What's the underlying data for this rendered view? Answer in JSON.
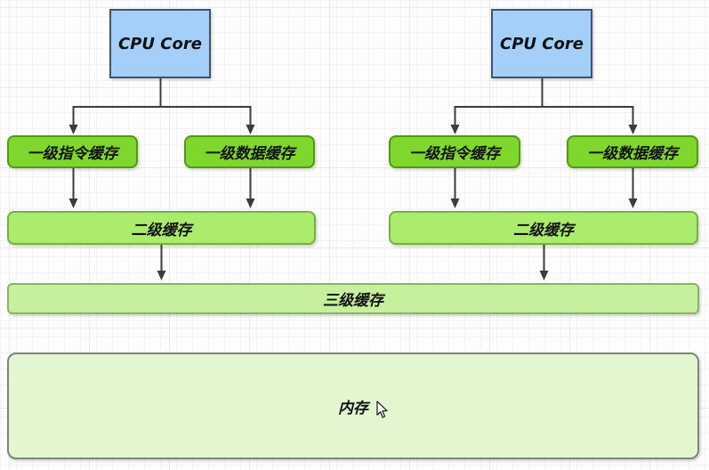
{
  "diagram": {
    "nodes": {
      "cpu_left": {
        "label": "CPU Core"
      },
      "cpu_right": {
        "label": "CPU Core"
      },
      "l1i_left": {
        "label": "一级指令缓存"
      },
      "l1d_left": {
        "label": "一级数据缓存"
      },
      "l1i_right": {
        "label": "一级指令缓存"
      },
      "l1d_right": {
        "label": "一级数据缓存"
      },
      "l2_left": {
        "label": "二级缓存"
      },
      "l2_right": {
        "label": "二级缓存"
      },
      "l3": {
        "label": "三级缓存"
      },
      "memory": {
        "label": "内存"
      }
    },
    "edges": [
      {
        "from": "cpu_left",
        "to": "l1i_left"
      },
      {
        "from": "cpu_left",
        "to": "l1d_left"
      },
      {
        "from": "cpu_right",
        "to": "l1i_right"
      },
      {
        "from": "cpu_right",
        "to": "l1d_right"
      },
      {
        "from": "l1i_left",
        "to": "l2_left"
      },
      {
        "from": "l1d_left",
        "to": "l2_left"
      },
      {
        "from": "l1i_right",
        "to": "l2_right"
      },
      {
        "from": "l1d_right",
        "to": "l2_right"
      },
      {
        "from": "l2_left",
        "to": "l3"
      },
      {
        "from": "l2_right",
        "to": "l3"
      }
    ],
    "colors": {
      "background": "#fdfdfe",
      "cpu_fill": "#a4cff8",
      "cpu_border": "#42526b",
      "l1_fill": "#7fd62c",
      "l1_border": "#4e9b0e",
      "l2_fill": "#abec6c",
      "l2_border": "#74b13e",
      "l3_fill": "#c7f09e",
      "l3_border": "#8cb269",
      "memory_fill": "#e2f6d0",
      "memory_border": "#7d8679",
      "arrow": "#3c3c3c"
    }
  }
}
